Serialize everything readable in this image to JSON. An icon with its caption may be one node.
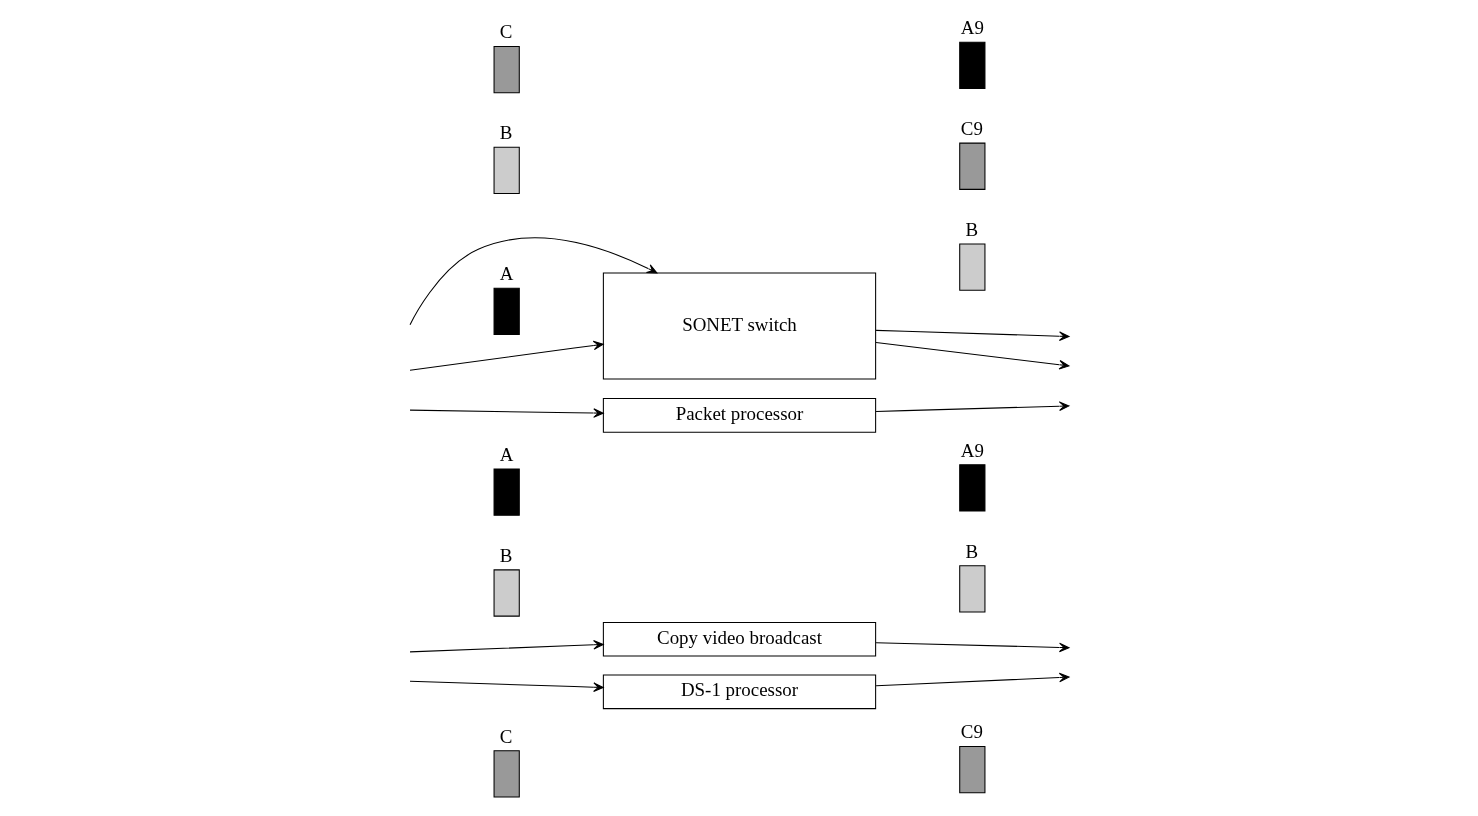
{
  "diagram": {
    "nodes": [
      {
        "text": [
          "A9"
        ]
      },
      {
        "text": [
          "C"
        ]
      },
      {
        "text": [
          "B"
        ]
      },
      {
        "text": [
          "A"
        ]
      },
      {
        "text": [
          "SONET switch"
        ]
      },
      {
        "text": [
          "C9"
        ]
      },
      {
        "text": [
          "B"
        ]
      },
      {
        "text": [
          "A"
        ]
      },
      {
        "text": [
          "A9"
        ]
      },
      {
        "text": [
          "Packet processor"
        ]
      },
      {
        "text": [
          "B"
        ]
      },
      {
        "text": [
          "B"
        ]
      },
      {
        "text": [
          "Copy video broadcast"
        ]
      },
      {
        "text": [
          "C"
        ]
      },
      {
        "text": [
          "C9"
        ]
      },
      {
        "text": [
          "DS-1 processor"
        ]
      }
    ],
    "edges": [
      {
        "from": null,
        "to": 4,
        "arrow": "to"
      },
      {
        "from": null,
        "to": 4,
        "arrow": "to"
      },
      {
        "from": 4,
        "to": null,
        "arrow": "to"
      },
      {
        "from": 4,
        "to": null,
        "arrow": "to"
      },
      {
        "from": null,
        "to": 9,
        "arrow": "to"
      },
      {
        "from": 9,
        "to": null,
        "arrow": "to"
      },
      {
        "from": null,
        "to": 12,
        "arrow": "to"
      },
      {
        "from": 12,
        "to": null,
        "arrow": "to"
      },
      {
        "from": null,
        "to": 15,
        "arrow": "to"
      },
      {
        "from": 15,
        "to": null,
        "arrow": "to"
      }
    ]
  }
}
